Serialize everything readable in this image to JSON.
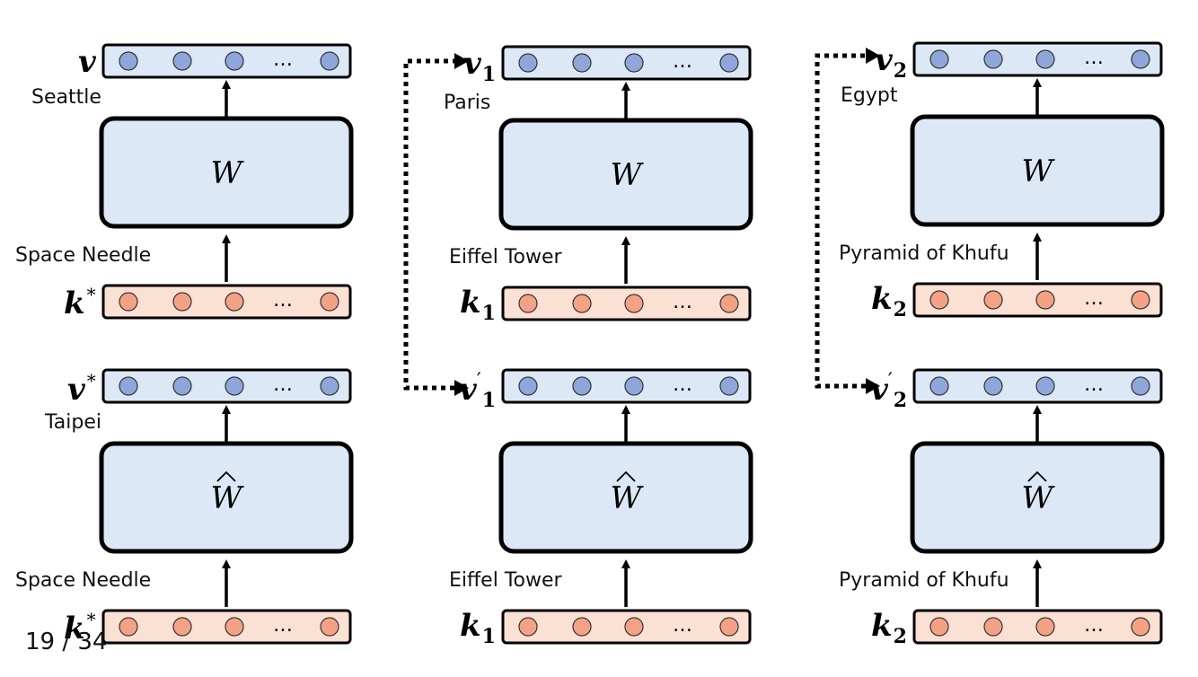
{
  "colors": {
    "value_fill": "#dce8f5",
    "value_dot": "#8fa6da",
    "key_fill": "#fbe0d4",
    "key_dot": "#f3a285",
    "matrix_fill": "#dce8f5",
    "stroke": "#000000"
  },
  "ellipsis": "…",
  "columns": [
    {
      "top": {
        "value_symbol": "v",
        "value_sup": "",
        "value_sub": "",
        "value_prime": "",
        "value_label": "Seattle",
        "matrix": "W",
        "key_label": "Space Needle",
        "key_symbol": "k",
        "key_sup": "*",
        "key_sub": ""
      },
      "bottom": {
        "value_symbol": "v",
        "value_sup": "*",
        "value_sub": "",
        "value_prime": "",
        "value_label": "Taipei",
        "matrix": "W",
        "matrix_hat": true,
        "key_label": "Space Needle",
        "key_symbol": "k",
        "key_sup": "*",
        "key_sub": ""
      }
    },
    {
      "top": {
        "value_symbol": "v",
        "value_sup": "",
        "value_sub": "1",
        "value_prime": "",
        "value_label": "Paris",
        "matrix": "W",
        "key_label": "Eiffel Tower",
        "key_symbol": "k",
        "key_sup": "",
        "key_sub": "1"
      },
      "bottom": {
        "value_symbol": "v",
        "value_sup": "",
        "value_sub": "1",
        "value_prime": "′",
        "value_label": "",
        "matrix": "W",
        "matrix_hat": true,
        "key_label": "Eiffel Tower",
        "key_symbol": "k",
        "key_sup": "",
        "key_sub": "1"
      }
    },
    {
      "top": {
        "value_symbol": "v",
        "value_sup": "",
        "value_sub": "2",
        "value_prime": "",
        "value_label": "Egypt",
        "matrix": "W",
        "key_label": "Pyramid of Khufu",
        "key_symbol": "k",
        "key_sup": "",
        "key_sub": "2"
      },
      "bottom": {
        "value_symbol": "v",
        "value_sup": "",
        "value_sub": "2",
        "value_prime": "′",
        "value_label": "",
        "matrix": "W",
        "matrix_hat": true,
        "key_label": "Pyramid of Khufu",
        "key_symbol": "k",
        "key_sup": "",
        "key_sub": "2"
      }
    }
  ],
  "page_number": "19 / 34"
}
